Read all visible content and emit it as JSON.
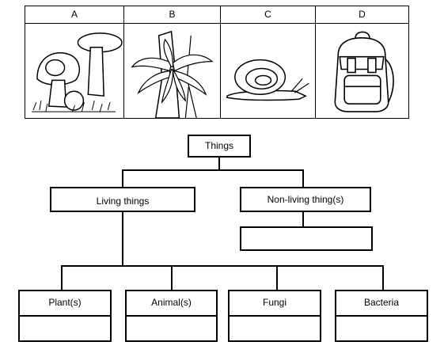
{
  "pictures": [
    {
      "label": "A",
      "icon": "mushroom-icon"
    },
    {
      "label": "B",
      "icon": "fern-icon"
    },
    {
      "label": "C",
      "icon": "snail-icon"
    },
    {
      "label": "D",
      "icon": "backpack-icon"
    }
  ],
  "tree": {
    "root": "Things",
    "living": "Living things",
    "nonliving": "Non-living thing(s)",
    "nonliving_answer": "",
    "categories": [
      {
        "label": "Plant(s)",
        "answer": ""
      },
      {
        "label": "Animal(s)",
        "answer": ""
      },
      {
        "label": "Fungi",
        "answer": ""
      },
      {
        "label": "Bacteria",
        "answer": ""
      }
    ]
  }
}
